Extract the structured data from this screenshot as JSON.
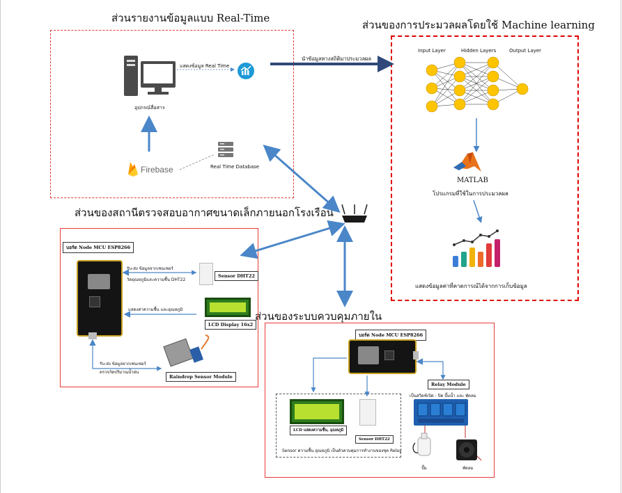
{
  "titles": {
    "realtime": "ส่วนรายงานข้อมูลแบบ Real-Time",
    "ml": "ส่วนของการประมวลผลโดยใช้ Machine learning",
    "station": "ส่วนของสถานีตรวจสอบอากาศขนาดเล็กภายนอกโรงเรือน",
    "control": "ส่วนของระบบควบคุมภายใน"
  },
  "realtime": {
    "show_realtime": "แสดงข้อมูล Real Time",
    "device_label": "อุปกรณ์สื่อสาร",
    "firebase": "Firebase",
    "db_label": "Real Time Database"
  },
  "arrow_label": "นำข้อมูลทางสถิติมาประมวลผล",
  "ml": {
    "input_layer": "Input Layer",
    "hidden_layers": "Hidden Layers",
    "output_layer": "Output Layer",
    "matlab": "MATLAB",
    "program_label": "โปรแกรมที่ใช้ในการประมวลผล",
    "result_label": "แสดงข้อมูลค่าที่คาดการณ์ได้จากการเก็บข้อมูล"
  },
  "station": {
    "board_label": "บอร์ด Node MCU   ESP8266",
    "rx_dht": "รับ-ส่ง ข้อมูลจากเซนเซอร์",
    "rx_dht2": "วัดอุณหภูมิและความชื้น DHT22",
    "sensor_dht": "Sensor DHT22",
    "show_lcd": "แสดงค่าความชื้น และอุณหภูมิ",
    "lcd_label": "LCD Display 16x2",
    "rx_rain": "รับ-ส่ง ข้อมูลจากเซนเซอร์",
    "rx_rain2": "ตรวจวัดปริมาณน้ำฝน",
    "rain_label": "Raindrop Sensor Module"
  },
  "control": {
    "board_label": "บอร์ด Node MCU   ESP8266",
    "relay_label": "Relay Module",
    "relay_desc": "เป็นสวิตช์เปิด - ปิด ปั๊มน้ำ และ พัดลม",
    "lcd_label": "LCD แสดงความชื้น, อุณหภูมิ",
    "sensor_label": "Sensor DHT22",
    "sensor_desc": "Sensor ความชื้น อุณหภูมิ เป็นตัวควบคุมการทำงานของชุด Relay",
    "pump_label": "ปั๊ม",
    "fan_label": "พัดลม"
  },
  "colors": {
    "arrow_blue": "#4a86c8",
    "arrow_dark": "#2f4a7a",
    "frame_red": "#e53935",
    "node_yellow": "#ffc400",
    "matlab_orange": "#e8731a"
  }
}
